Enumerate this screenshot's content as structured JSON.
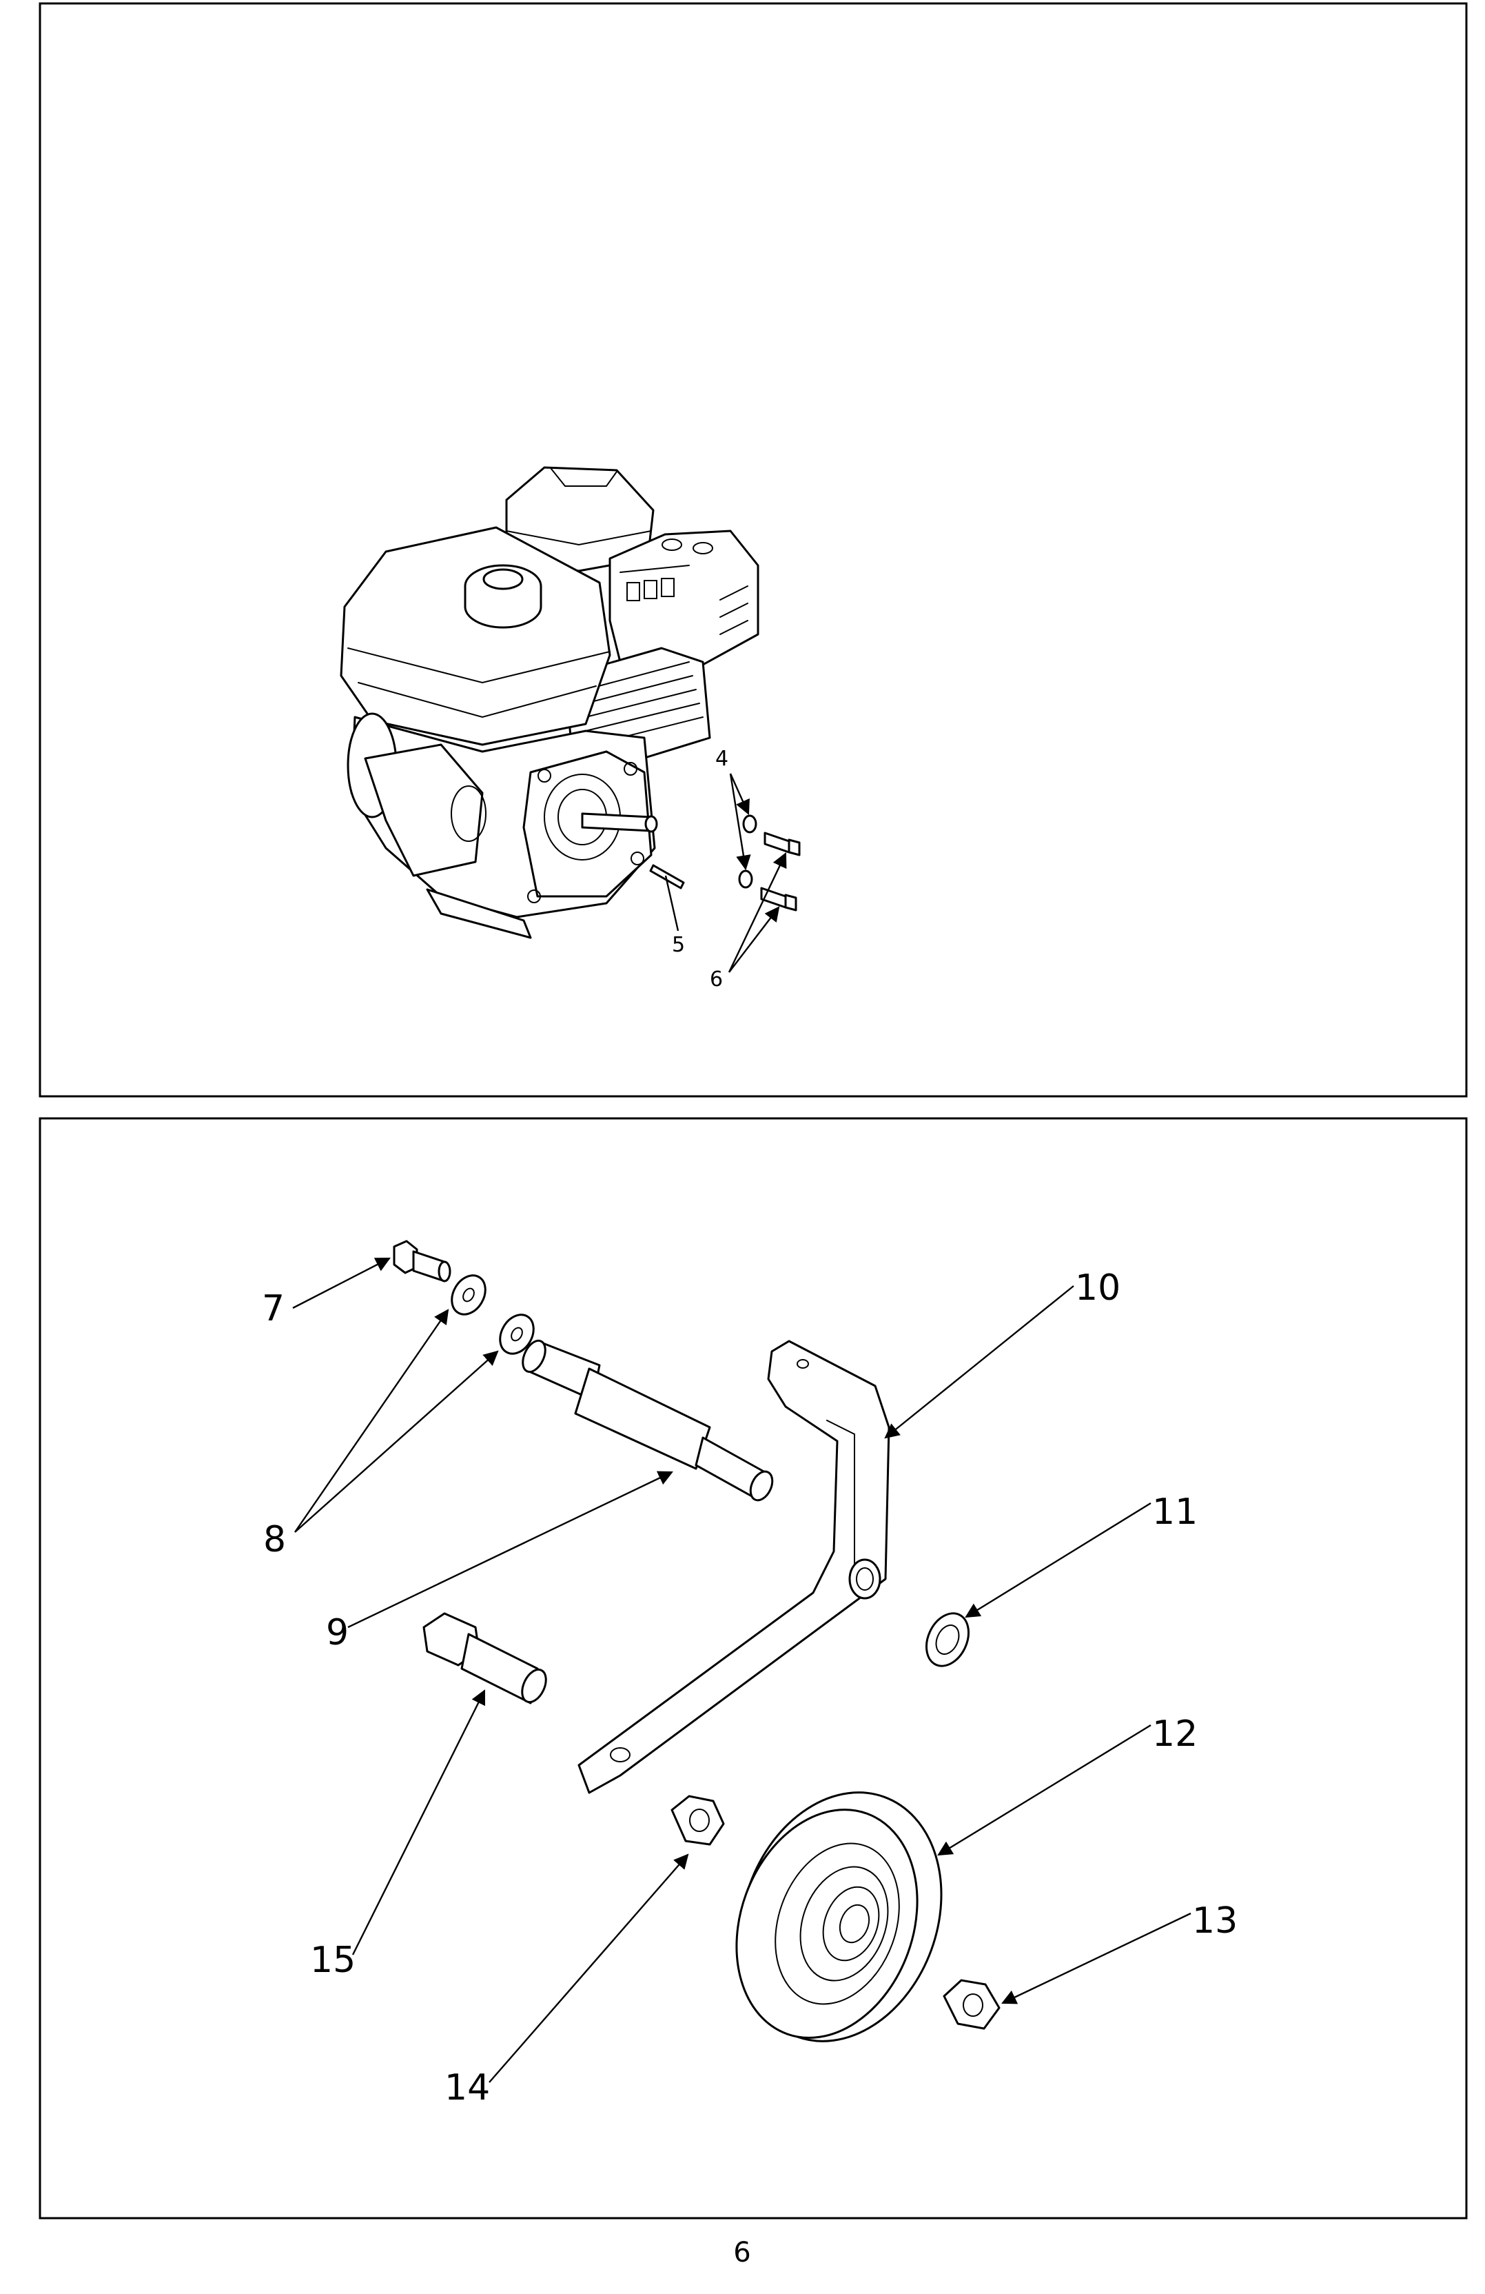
{
  "page_number": "6",
  "top_panel": {
    "callouts": {
      "c4": "4",
      "c5": "5",
      "c6": "6"
    }
  },
  "bottom_panel": {
    "callouts": {
      "c7": "7",
      "c8": "8",
      "c9": "9",
      "c10": "10",
      "c11": "11",
      "c12": "12",
      "c13": "13",
      "c14": "14",
      "c15": "15"
    }
  }
}
